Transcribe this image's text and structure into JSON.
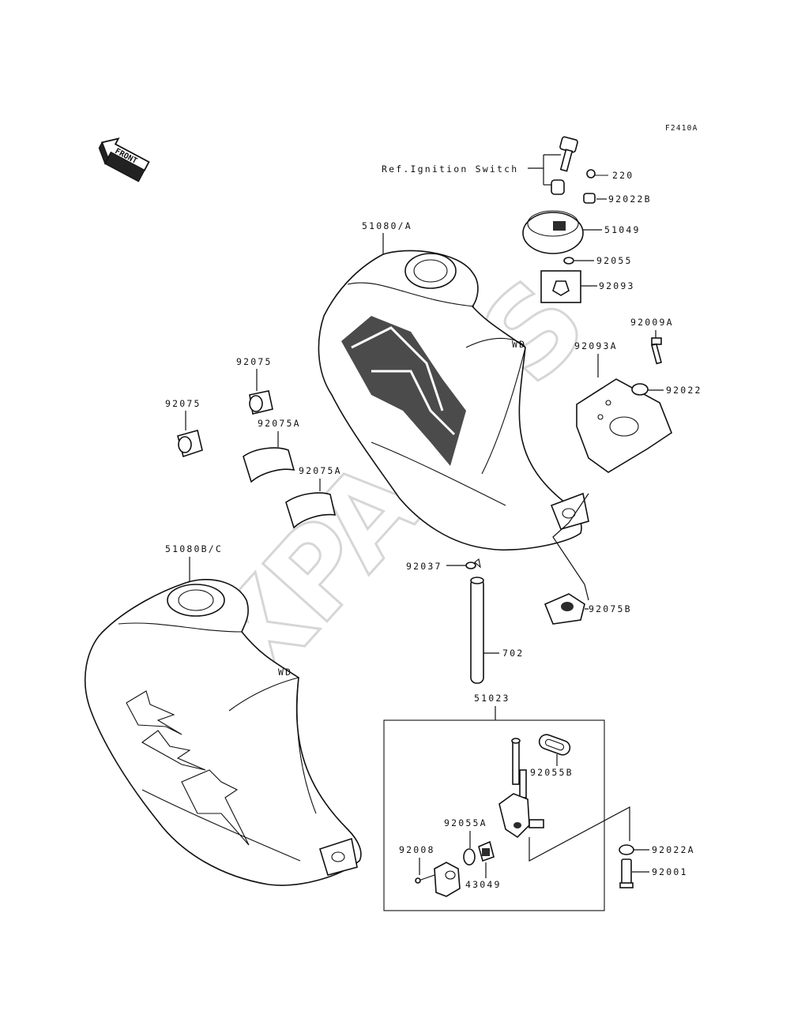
{
  "figure_code": "F2410A",
  "front_arrow_label": "FRONT",
  "watermark": "XPARTS",
  "ref_ignition": "Ref.Ignition Switch",
  "tank_marks": {
    "wd_upper": "WD",
    "wd_lower": "WD"
  },
  "labels": {
    "p220": "220",
    "p92022B": "92022B",
    "p51049": "51049",
    "p92055": "92055",
    "p92093": "92093",
    "p51080A": "51080/A",
    "p92009A": "92009A",
    "p92093A": "92093A",
    "p92022": "92022",
    "p92075a": "92075",
    "p92075b": "92075",
    "p92075Aa": "92075A",
    "p92075Ab": "92075A",
    "p51080BC": "51080B/C",
    "p92037": "92037",
    "p92075B": "92075B",
    "p702": "702",
    "p51023": "51023",
    "p92055B": "92055B",
    "p92055A": "92055A",
    "p92008": "92008",
    "p43049": "43049",
    "p92022A": "92022A",
    "p92001": "92001"
  }
}
